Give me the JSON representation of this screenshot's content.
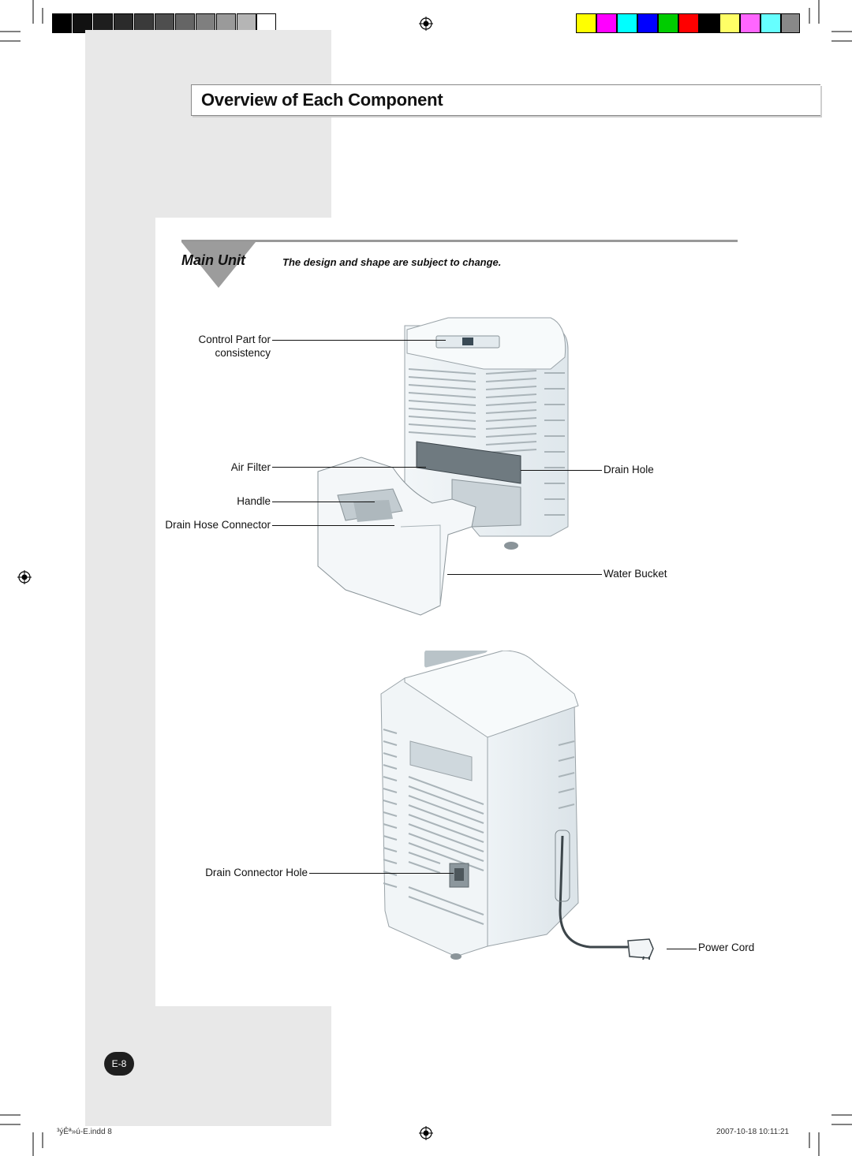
{
  "page": {
    "title": "Overview of Each Component",
    "page_number": "E-8"
  },
  "main_unit": {
    "heading": "Main Unit",
    "note": "The design and shape are subject to change."
  },
  "callouts": {
    "control_part_line1": "Control Part for",
    "control_part_line2": "consistency",
    "air_filter": "Air Filter",
    "handle": "Handle",
    "drain_hose_connector": "Drain Hose Connector",
    "drain_hole": "Drain Hole",
    "water_bucket": "Water Bucket",
    "drain_connector_hole": "Drain Connector Hole",
    "power_cord": "Power Cord"
  },
  "footer": {
    "filename": "³ýÊª»ú-E.indd   8",
    "timestamp": "2007-10-18   10:11:21"
  },
  "colors": {
    "grayscale_bar": [
      "#000000",
      "#111111",
      "#1e1e1e",
      "#2b2b2b",
      "#3a3a3a",
      "#4e4e4e",
      "#656565",
      "#7f7f7f",
      "#9a9a9a",
      "#b5b5b5",
      "#d2d2d2",
      "#ffffff"
    ],
    "color_bar": [
      "#ffff00",
      "#ff00ff",
      "#00ffff",
      "#0000ff",
      "#00cc00",
      "#ff0000",
      "#000000",
      "#ffff66",
      "#ff66ff",
      "#66ffff",
      "#888888"
    ]
  }
}
